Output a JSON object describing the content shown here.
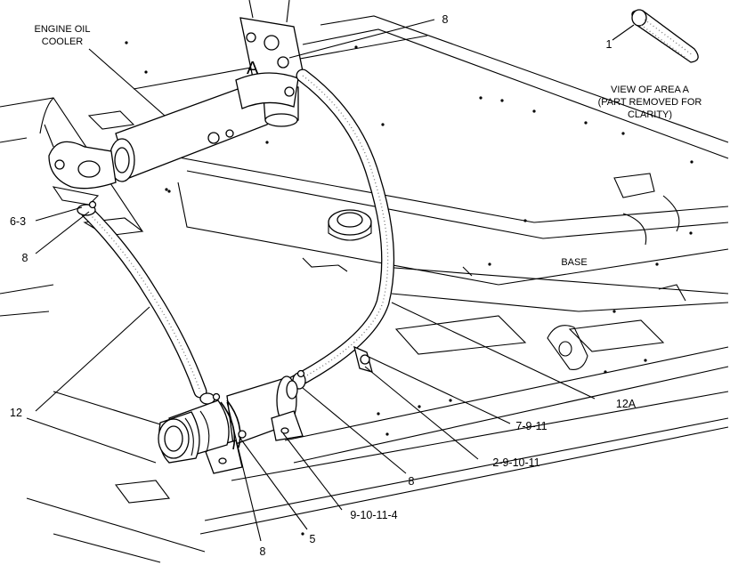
{
  "labels": {
    "engine_oil_cooler_l1": "ENGINE OIL",
    "engine_oil_cooler_l2": "COOLER",
    "area_a": "A",
    "view_l1": "VIEW OF AREA A",
    "view_l2": "(PART REMOVED FOR",
    "view_l3": "CLARITY)",
    "base": "BASE",
    "callout_8_top": "8",
    "callout_1": "1",
    "callout_6_3": "6-3",
    "callout_8_left": "8",
    "callout_12": "12",
    "callout_12a": "12A",
    "callout_7_9_11": "7-9-11",
    "callout_2_9_10_11": "2-9-10-11",
    "callout_8_mid": "8",
    "callout_9_10_11_4": "9-10-11-4",
    "callout_5": "5",
    "callout_8_bottom": "8"
  },
  "colors": {
    "line": "#000000",
    "background": "#ffffff",
    "hose_texture": "#777777"
  }
}
